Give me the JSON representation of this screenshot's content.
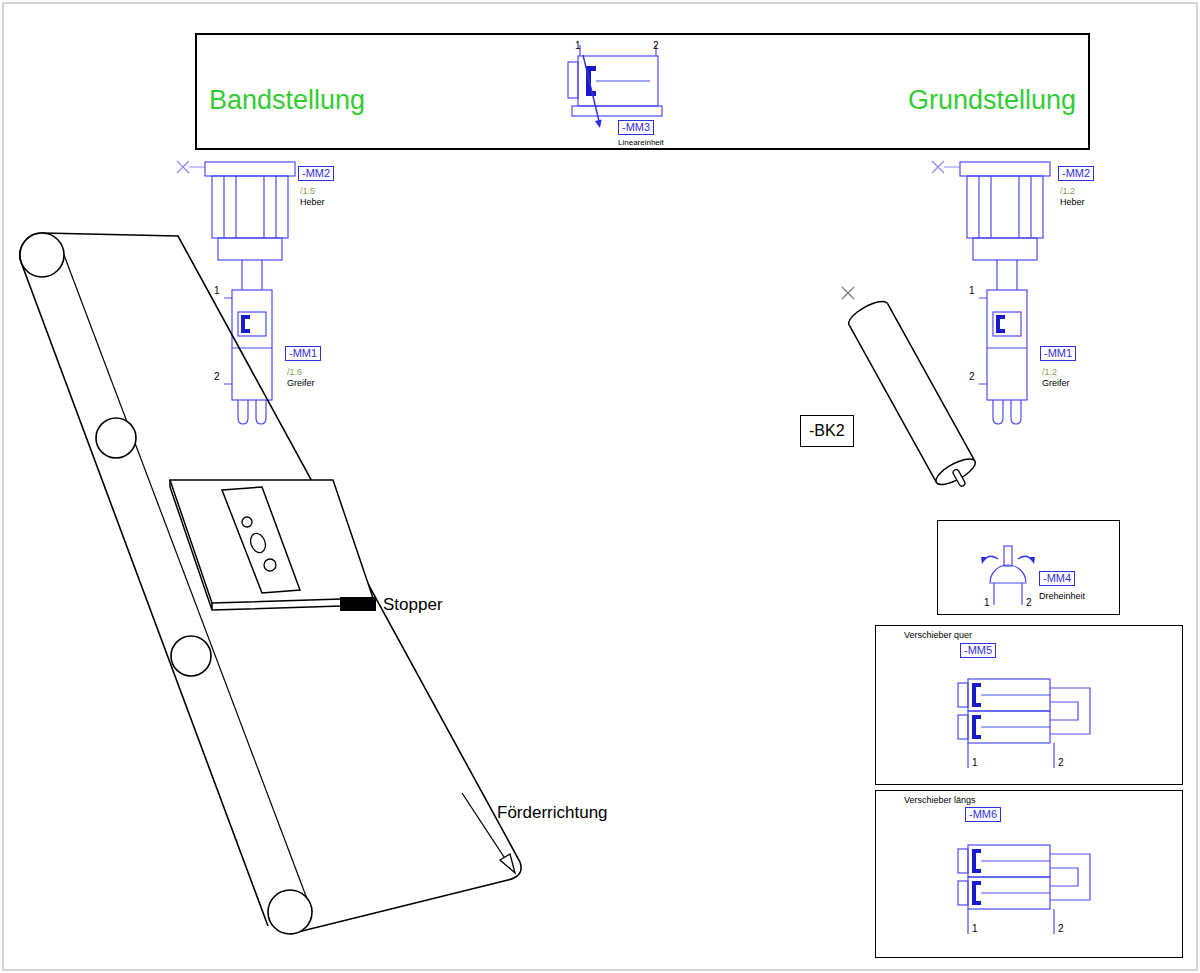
{
  "diagram": {
    "nodes": [
      {
        "text": [
          "Bandstellung",
          "Grundstellung"
        ]
      },
      {
        "text": [
          "-MM3"
        ],
        "in": 0
      },
      {
        "text": [
          "-MM2"
        ]
      },
      {
        "text": [
          "-MM1"
        ]
      },
      {
        "text": [
          "-MM2"
        ]
      },
      {
        "text": [
          "-MM1"
        ]
      },
      {
        "text": [
          "-BK2"
        ]
      },
      {
        "text": [
          "Dreheinheit"
        ]
      },
      {
        "text": [
          "-MM4"
        ],
        "in": 7
      },
      {
        "text": [
          "Verschieber quer"
        ]
      },
      {
        "text": [
          "-MM5"
        ],
        "in": 9
      },
      {
        "text": [
          "Verschieber längs"
        ]
      },
      {
        "text": [
          "-MM6"
        ],
        "in": 11
      }
    ],
    "labels": [
      "Lineareinheit",
      "1",
      "2",
      "/1.5",
      "Heber",
      "1",
      "/1.6",
      "Greifer",
      "2",
      "/1.2",
      "Heber",
      "1",
      "/1.2",
      "Greifer",
      "2",
      "Stopper",
      "Förderrichtung",
      "1",
      "2",
      "1",
      "2",
      "1",
      "2"
    ]
  }
}
